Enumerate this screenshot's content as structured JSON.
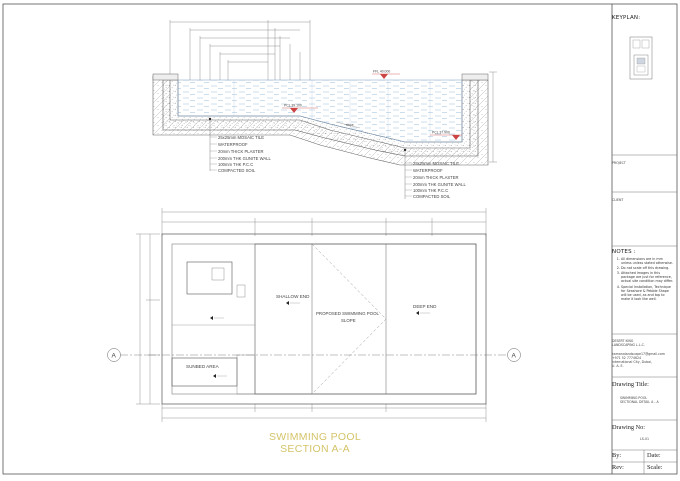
{
  "sheet": {
    "title_line1": "SWIMMING POOL",
    "title_line2": "SECTION A-A"
  },
  "title_block": {
    "keyplan_label": "KEYPLAN:",
    "project_label": "PROJECT",
    "client_label": "CLIENT",
    "notes_heading": "NOTES :",
    "notes": [
      "All dimensions are in mm unless unless stated otherwise.",
      "Do not scale off this drawing.",
      "Attached Images in this package are just for reference, actual site condition may differ.",
      "Special Installation, Technique for Seashore & Pebble Shape will be used, as and top to make it look like well."
    ],
    "company_name": "DESERT KING LANDSCAPING L.L.C.",
    "company_email": "kamanalandscape17@gmail.com",
    "company_phone": "+971 52 7774624",
    "company_address_line1": "International City, Dubai,",
    "company_address_line2": "U. A. E.",
    "drawing_title_label": "Drawing Title:",
    "drawing_title_value_line1": "SWIMMING POOL",
    "drawing_title_value_line2": "SECTIONAL DETAIL A - A",
    "drawing_no_label": "Drawing No:",
    "drawing_no_value": "LS-01",
    "by_label": "By:",
    "date_label": "Date:",
    "rev_label": "Rev:",
    "scale_label": "Scale:"
  },
  "section": {
    "ffl_top": "FFL 40.000",
    "level_shallow": "PCL 39.100",
    "level_deep": "PCL 37.900",
    "slope_label": "slope",
    "shallow_layers": [
      "25x25mm MOSAIC TILE",
      "WATERPROOF",
      "20mm THICK PLASTER",
      "200mm THK GUNITE WALL",
      "100mm THK P.C.C",
      "COMPACTED SOIL"
    ],
    "deep_layers": [
      "25x25mm MOSAIC TILE",
      "WATERPROOF",
      "20mm THICK PLASTER",
      "200mm THK GUNITE WALL",
      "100mm THK P.C.C",
      "COMPACTED SOIL"
    ]
  },
  "plan": {
    "shallow_end": "SHALLOW END",
    "deep_end": "DEEP END",
    "slope_line1": "PROPOSED SWIMMING POOL",
    "slope_line2": "SLOPE",
    "sunbed_area": "SUNBED AREA",
    "section_marker": "A"
  }
}
